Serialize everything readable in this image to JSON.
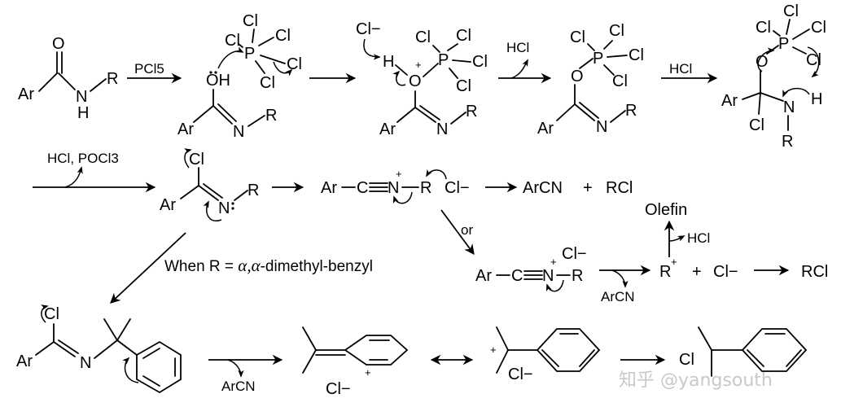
{
  "reagents": {
    "pcl5": "PCl5",
    "hcl": "HCl",
    "hcl_pocl3": "HCl, POCl3",
    "arcn": "ArCN",
    "or": "or",
    "condition_prefix": "When R = ",
    "condition_alpha": "α,α",
    "condition_suffix": "-dimethyl-benzyl"
  },
  "atoms": {
    "ar": "Ar",
    "n": "N",
    "h": "H",
    "r": "R",
    "o": "O",
    "oh": "OH",
    "p": "P",
    "cl": "Cl",
    "c": "C",
    "cl_minus": "Cl−",
    "plus": "+",
    "minus": "−"
  },
  "products": {
    "arcn": "ArCN",
    "rcl": "RCl",
    "plus_sign": "+",
    "olefin": "Olefin",
    "r_plus": "R",
    "rcl2": "RCl"
  },
  "watermark": "知乎 @yangsouth"
}
